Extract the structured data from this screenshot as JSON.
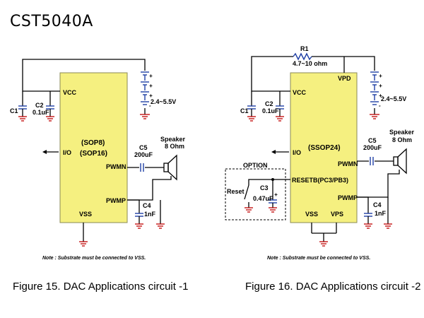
{
  "title": "CST5040A",
  "fig1": {
    "pin_vcc": "VCC",
    "pin_io": "I/O",
    "pin_pwmn": "PWMN",
    "pin_pwmp": "PWMP",
    "pin_vss": "VSS",
    "chip_line1": "(SOP8)",
    "chip_line2": "(SOP16)",
    "c1": "C1",
    "c2": "C2",
    "c2_val": "0.1uF",
    "supply": "2.4~5.5V",
    "c5": "C5",
    "c5_val": "200uF",
    "speaker": "Speaker",
    "speaker_val": "8 Ohm",
    "c4": "C4",
    "c4_val": "1nF",
    "note": "Note : Substrate must be connected to VSS.",
    "caption": "Figure 15.  DAC Applications circuit -1"
  },
  "fig2": {
    "r1": "R1",
    "r1_val": "4.7~10 ohm",
    "pin_vpd": "VPD",
    "pin_vcc": "VCC",
    "pin_io": "I/O",
    "pin_pwmn": "PWMN",
    "pin_reset": "RESETB(PC3/PB3)",
    "pin_pwmp": "PWMP",
    "pin_vss": "VSS",
    "pin_vps": "VPS",
    "chip_line1": "(SSOP24)",
    "c1": "C1",
    "c2": "C2",
    "c2_val": "0.1uF",
    "supply": "2.4~5.5V",
    "c5": "C5",
    "c5_val": "200uF",
    "speaker": "Speaker",
    "speaker_val": "8 Ohm",
    "c4": "C4",
    "c4_val": "1nF",
    "option": "OPTION",
    "reset": "Reset",
    "c3": "C3",
    "c3_val": "0.47uF",
    "note": "Note : Substrate must be connected to VSS.",
    "caption": "Figure 16.  DAC Applications circuit -2"
  }
}
